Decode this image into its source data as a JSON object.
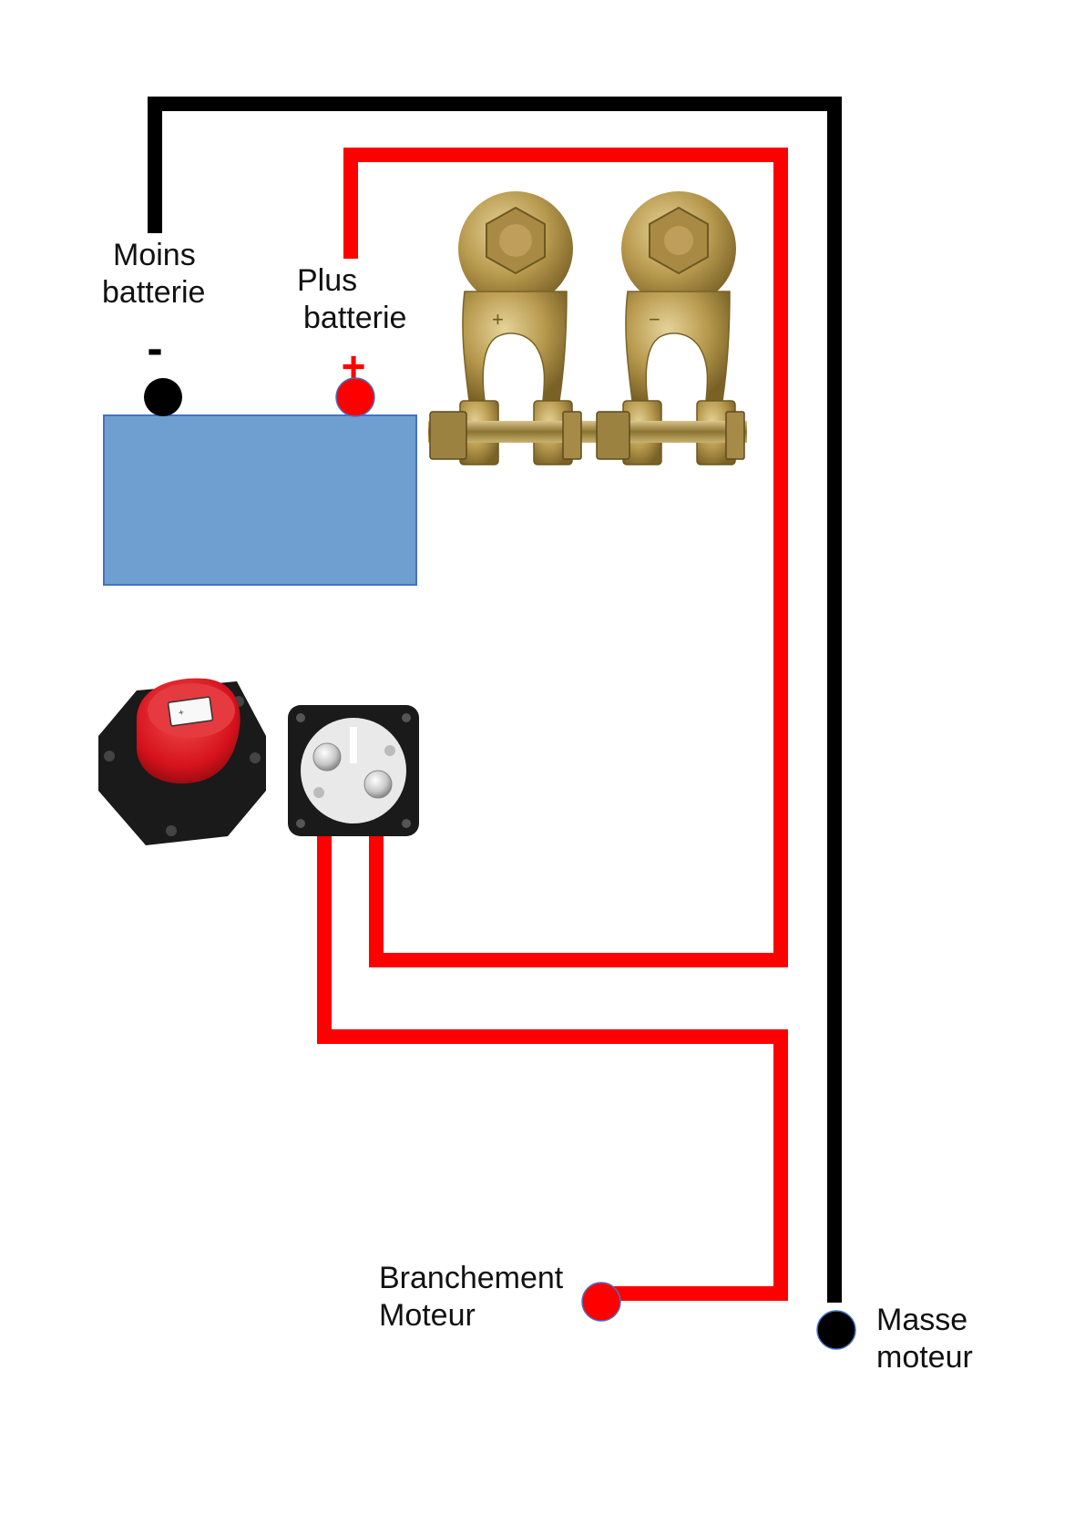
{
  "labels": {
    "moins_line1": "Moins",
    "moins_line2": "batterie",
    "plus_line1": "Plus",
    "plus_line2": "batterie",
    "minus_symbol": "-",
    "plus_symbol": "+",
    "branchement_line1": "Branchement",
    "branchement_line2": "Moteur",
    "masse_line1": "Masse",
    "masse_line2": "moteur"
  },
  "colors": {
    "negative_wire": "#000000",
    "positive_wire": "#ff0000",
    "battery_body": "#6f9fd1",
    "battery_border": "#4472c4",
    "brass": "#b89a4e",
    "switch_red": "#d6121c",
    "switch_black": "#1a1a1a"
  },
  "icons": {
    "battery": "battery-icon",
    "terminal_clamps": "battery-terminal-clamps",
    "switch": "battery-disconnect-switch"
  }
}
